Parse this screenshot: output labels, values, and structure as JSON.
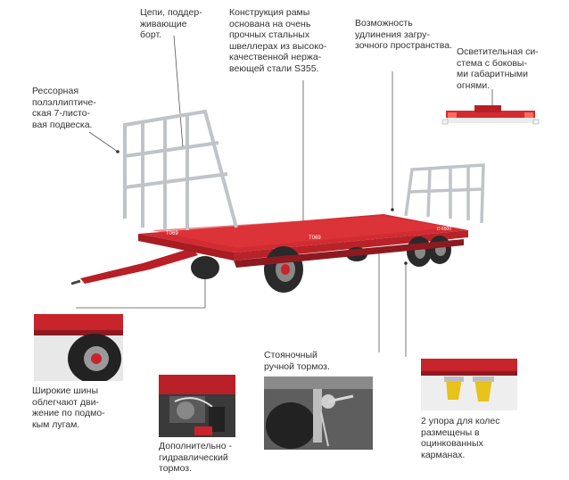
{
  "captions": {
    "chains": "Цепи, поддер-\nживающие\nборт.",
    "frame": "Конструкция рамы\nоснована на очень\nпрочных стальных\nшвеллерах из высоко-\nкачественной нержа-\nвеющей стали S355.",
    "extension": "Возможность\nудлинения загру-\nзочного пространства.",
    "lighting": "Осветительная си-\nстема с боковы-\nми габаритными\nогнями.",
    "suspension": "Рессорная\nполэллиптиче-\nская 7-листо-\nвая подвеска.",
    "tires": "Широкие шины\nоблегчают дви-\nжение по подмо-\nкым лугам.",
    "hydraulic_brake": "Дополнительно -\nгидравлический\nтормоз.",
    "parking_brake": "Стояночный\nручной тормоз.",
    "wheel_chocks": "2 упора для колес\nразмещены в\nоцинкованных\nкарманах."
  },
  "brand_marks": {
    "trailer_side": "T069",
    "trailer_rear": "D 6500"
  },
  "colors": {
    "trailer_red": "#c8242b",
    "leader_line": "#555555",
    "galvanized": "#c9ccd0",
    "chock_yellow": "#e6c21a"
  }
}
